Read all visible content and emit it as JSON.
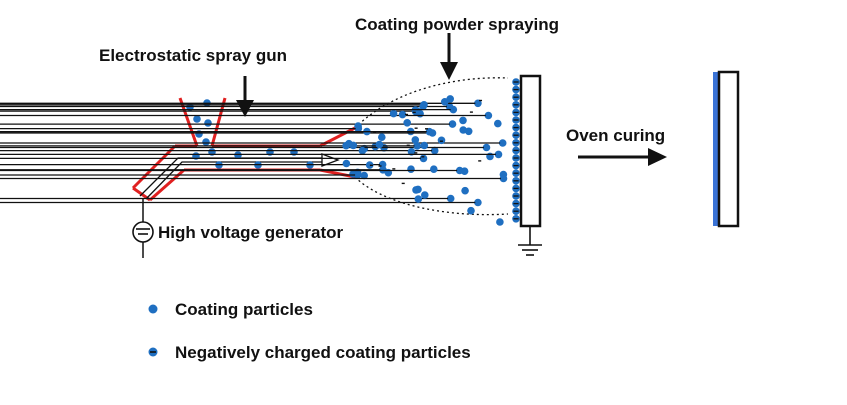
{
  "labels": {
    "spray_gun": "Electrostatic spray gun",
    "spraying": "Coating powder  spraying",
    "oven": "Oven curing",
    "generator": "High voltage generator"
  },
  "legend": {
    "particles": "Coating particles",
    "charged": "Negatively charged coating particles"
  },
  "colors": {
    "particle": "#1f6fc1",
    "gun_outline": "#e02020",
    "coating": "#3a73d6",
    "ink": "#111111"
  }
}
